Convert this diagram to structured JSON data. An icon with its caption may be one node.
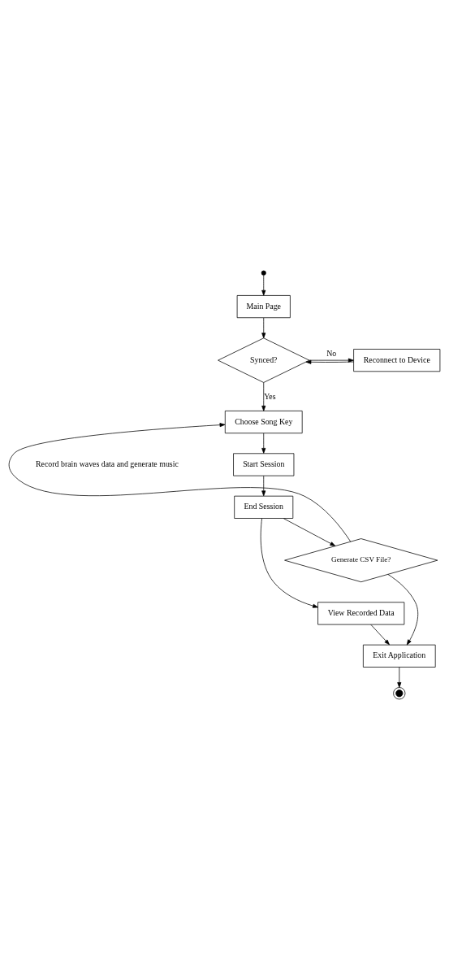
{
  "diagram": {
    "nodes": [
      {
        "text": [],
        "shape": "circle"
      },
      {
        "text": [
          "Main Page"
        ]
      },
      {
        "text": [
          "Reconnect to Device"
        ]
      },
      {
        "text": [
          "Synced?"
        ]
      },
      {
        "text": [
          "Choose Song Key"
        ]
      },
      {
        "text": [
          "Start Session"
        ]
      },
      {
        "text": [
          "End Session"
        ]
      },
      {
        "text": [
          "Generate CSV File?"
        ]
      },
      {
        "text": [
          "View Recorded Data"
        ]
      },
      {
        "text": [
          "Exit Application"
        ]
      },
      {
        "text": [],
        "shape": "bullseye"
      }
    ],
    "edges": [
      {
        "from": 0,
        "to": 1,
        "arrow": "to"
      },
      {
        "from": 1,
        "to": 3,
        "arrow": "to"
      },
      {
        "from": 2,
        "to": 3,
        "arrow": "to"
      },
      {
        "from": 3,
        "to": 2,
        "arrow": "to",
        "label": "No"
      },
      {
        "from": 3,
        "to": 4,
        "arrow": "to",
        "label": "Yes"
      },
      {
        "from": 4,
        "to": 5,
        "arrow": "to"
      },
      {
        "from": 5,
        "to": 6,
        "arrow": "to"
      },
      {
        "from": 6,
        "to": 7,
        "arrow": "to"
      },
      {
        "from": 7,
        "to": 4,
        "arrow": "to"
      },
      {
        "from": 6,
        "to": 8,
        "arrow": "to"
      },
      {
        "from": 7,
        "to": 9,
        "arrow": "to"
      },
      {
        "from": 8,
        "to": 9,
        "arrow": "to"
      },
      {
        "from": 9,
        "to": 10,
        "arrow": "to"
      }
    ],
    "labels": [
      "Record brain waves data and generate music"
    ]
  }
}
